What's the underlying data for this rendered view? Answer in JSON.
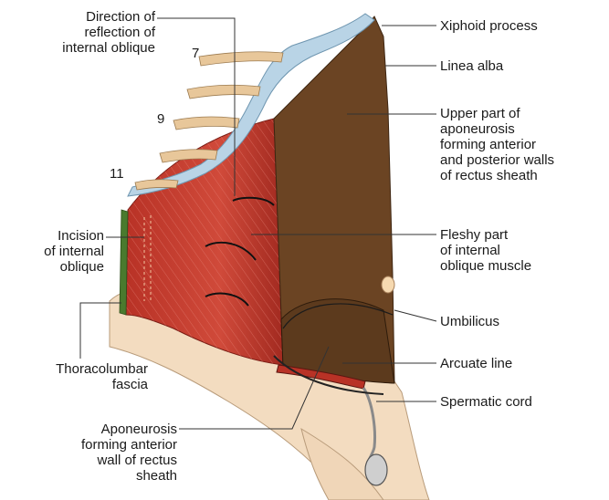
{
  "labels": {
    "direction_of_reflection": "Direction of\nreflection of\ninternal oblique",
    "incision": "Incision\nof internal\noblique",
    "thoracolumbar_fascia": "Thoracolumbar\nfascia",
    "aponeurosis_anterior_wall": "Aponeurosis\nforming anterior\nwall of rectus\nsheath",
    "xiphoid_process": "Xiphoid process",
    "linea_alba": "Linea alba",
    "upper_aponeurosis": "Upper part of\naponeurosis\nforming anterior\nand posterior walls\nof rectus sheath",
    "fleshy_part": "Fleshy part\nof internal\noblique muscle",
    "umbilicus": "Umbilicus",
    "arcuate_line": "Arcuate line",
    "spermatic_cord": "Spermatic cord"
  },
  "rib_numbers": {
    "seventh": "7",
    "ninth": "9",
    "eleventh": "11"
  },
  "colors": {
    "aponeurosis_brown": "#6b4423",
    "muscle_red": "#c0392b",
    "skin": "#f3dcc0",
    "rib": "#e8c79a",
    "cartilage_blue": "#b9d4e6"
  }
}
